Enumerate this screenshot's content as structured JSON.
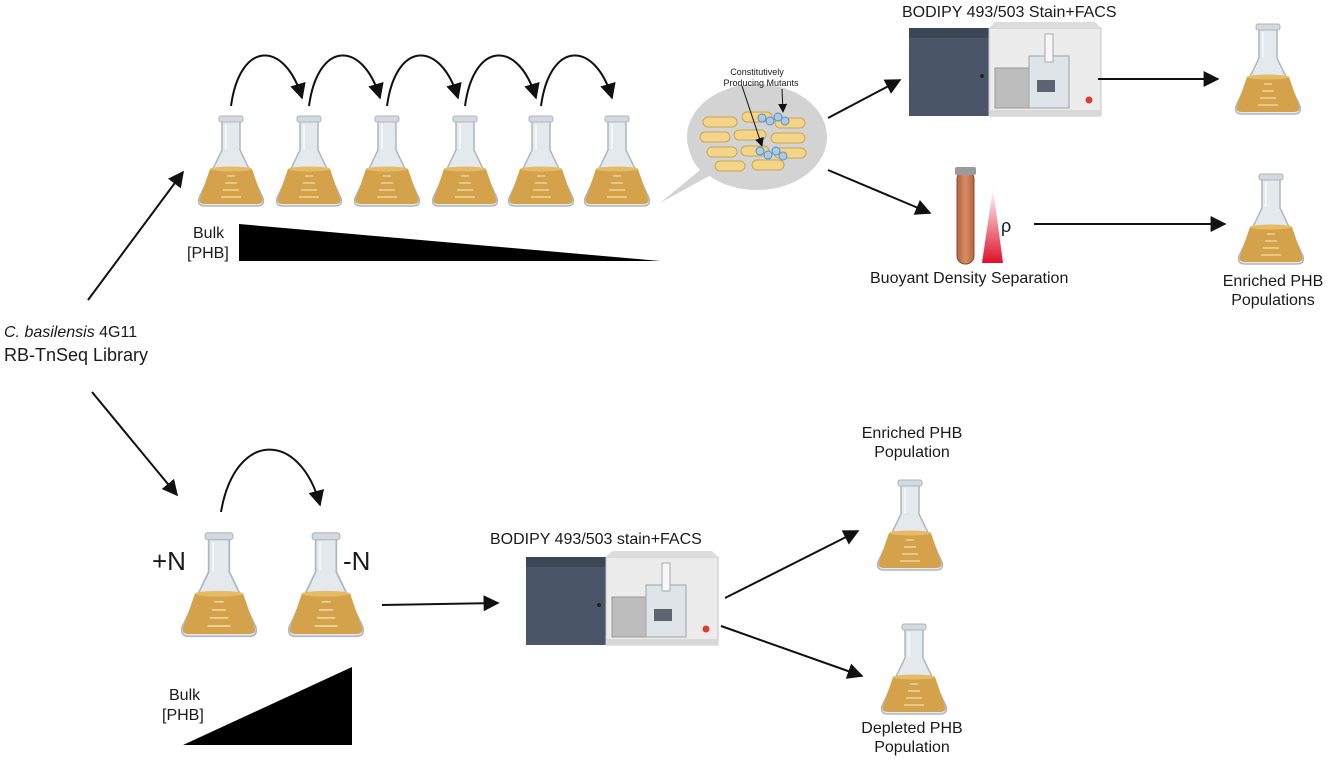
{
  "library": {
    "species_italic": "C. basilensis",
    "strain": " 4G11",
    "line2": "RB-TnSeq Library"
  },
  "top": {
    "bulk_line1": "Bulk",
    "bulk_line2": "[PHB]",
    "bubble_line1": "Constitutively",
    "bubble_line2": "Producing Mutants",
    "facs_label": "BODIPY 493/503 Stain+FACS",
    "density_label": "Buoyant Density Separation",
    "rho": "ρ",
    "enriched_line1": "Enriched PHB",
    "enriched_line2": "Populations"
  },
  "bottom": {
    "plusN": "+N",
    "minusN": "-N",
    "bulk_line1": "Bulk",
    "bulk_line2": "[PHB]",
    "facs_label": "BODIPY 493/503 stain+FACS",
    "enriched_line1": "Enriched PHB",
    "enriched_line2": "Population",
    "depleted_line1": "Depleted PHB",
    "depleted_line2": "Population"
  },
  "colors": {
    "liquid": "#d4a24a",
    "liquid_dark": "#b98230",
    "glass": "#e4e9ed",
    "machine_dark": "#4a5568",
    "machine_light": "#eeeeee",
    "tube": "#c97a56",
    "gradient": "#e0102a"
  }
}
